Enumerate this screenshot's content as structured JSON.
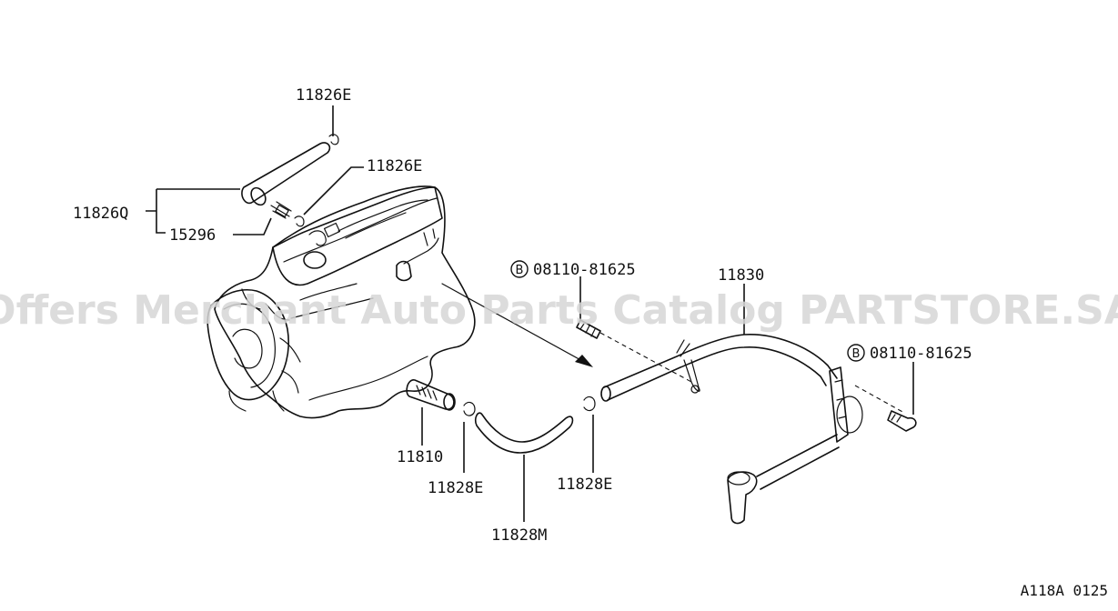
{
  "diagram": {
    "reference_code": "A118A 0125",
    "watermark": "Offers Merchant Auto Parts Catalog PARTSTORE.SA",
    "bolt_marker": "B",
    "labels": {
      "hose_clamp_top": "11826E",
      "hose_clamp_mid": "11826E",
      "hose_assembly": "11826Q",
      "pcv_valve": "15296",
      "bolt_left": "08110-81625",
      "tube": "11830",
      "bolt_right": "08110-81625",
      "connector": "11810",
      "hose_clamp_lower_left": "11828E",
      "hose_clamp_lower_right": "11828E",
      "hose_lower": "11828M"
    }
  }
}
